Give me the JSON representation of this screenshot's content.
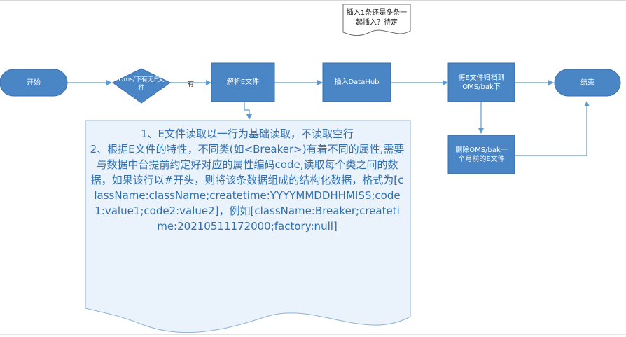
{
  "nodes": {
    "start": "开始",
    "decision": "Oms/下有无E文件",
    "parse": "解析E文件",
    "insert": "插入DataHub",
    "archive": "将E文件归档到OMS/bak下",
    "end": "结束",
    "delete": "删除OMS/bak一个月前的E文件"
  },
  "edge_labels": {
    "has_file": "有"
  },
  "note": "插入1条还是多条一起插入？待定",
  "document": {
    "lines": [
      "1、E文件读取以一行为基础读取，不读取空行",
      "2、根据E文件的特性，不同类(如<Breaker>)有着不同的属性,需要与数据中台提前约定好对应的属性编码code,读取每个类之间的数据，如果该行以#开头，则将该条数据组成的结构化数据，格式为[className:className;createtime:YYYYMMDDHHMISS;code1:value1;code2:value2]，例如[className:Breaker;createtime:20210511172000;factory:null]"
    ]
  },
  "colors": {
    "node_fill": "#4a86c6",
    "node_stroke": "#3a6fa8",
    "doc_fill": "#eaf2fb",
    "doc_text": "#2f6fb1",
    "connector": "#5b9bd5"
  }
}
